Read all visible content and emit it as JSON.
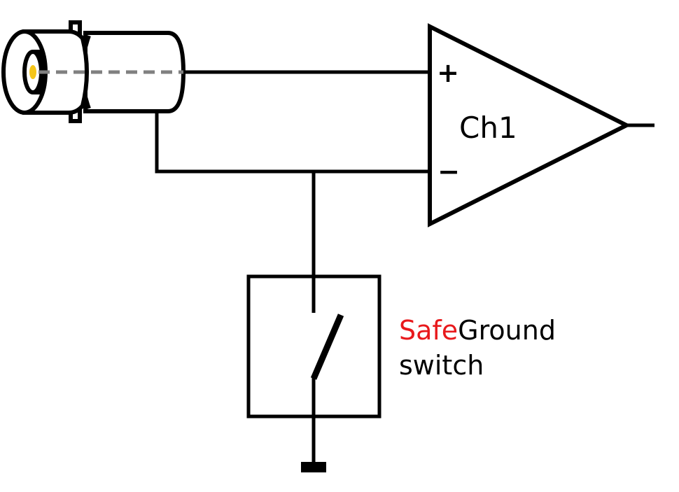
{
  "diagram": {
    "type": "circuit-schematic",
    "components": {
      "connector": {
        "kind": "BNC connector",
        "pin_color": "#f5c518",
        "center_line_color": "#808080"
      },
      "amplifier": {
        "label": "Ch1",
        "plus_sign": "+",
        "minus_sign": "−"
      },
      "switch": {
        "label_highlight": "Safe",
        "label_rest": "Ground",
        "label_line2": "switch",
        "highlight_color": "#e8191c"
      },
      "ground": {
        "kind": "ground symbol"
      }
    },
    "colors": {
      "stroke": "#000000",
      "background": "#ffffff"
    }
  }
}
